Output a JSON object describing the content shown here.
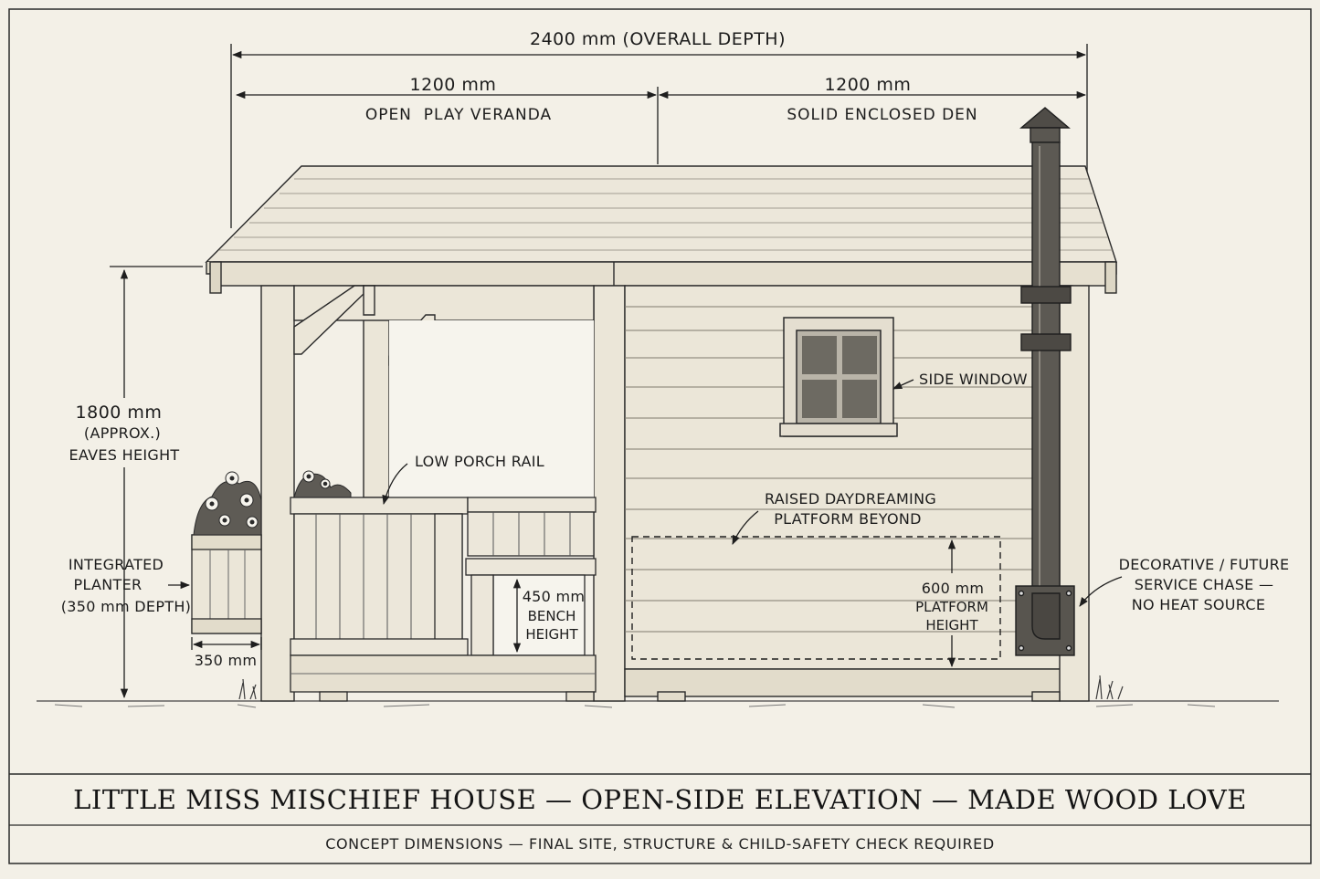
{
  "dimensions": {
    "overall": "2400 mm (OVERALL DEPTH)",
    "veranda_width": "1200 mm",
    "veranda_label": "OPEN  PLAY VERANDA",
    "den_width": "1200 mm",
    "den_label": "SOLID ENCLOSED DEN",
    "eaves_value": "1800 mm",
    "eaves_approx": "(APPROX.)",
    "eaves_label": "EAVES HEIGHT",
    "planter_width": "350 mm",
    "bench_value": "450 mm",
    "bench_line1": "BENCH",
    "bench_line2": "HEIGHT",
    "platform_value": "600 mm",
    "platform_line1": "PLATFORM",
    "platform_line2": "HEIGHT"
  },
  "callouts": {
    "side_window": "SIDE WINDOW",
    "porch_rail": "LOW PORCH RAIL",
    "platform_line1": "RAISED DAYDREAMING",
    "platform_line2": "PLATFORM BEYOND",
    "planter_line1": "INTEGRATED",
    "planter_line2": "PLANTER",
    "planter_line3": "(350 mm DEPTH)",
    "chase_line1": "DECORATIVE / FUTURE",
    "chase_line2": "SERVICE CHASE —",
    "chase_line3": "NO HEAT SOURCE"
  },
  "title": "LITTLE MISS MISCHIEF HOUSE — OPEN-SIDE ELEVATION — MADE WOOD LOVE",
  "footer": "CONCEPT DIMENSIONS — FINAL SITE, STRUCTURE & CHILD-SAFETY CHECK REQUIRED",
  "colors": {
    "paper": "#f3f0e7",
    "ink": "#1e1e1e",
    "wood": "#ebe6d8"
  }
}
